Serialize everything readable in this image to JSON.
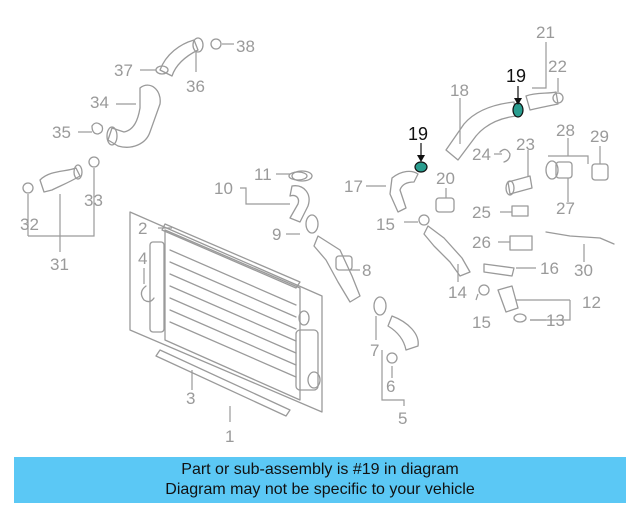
{
  "callouts": {
    "c1": "1",
    "c2": "2",
    "c3": "3",
    "c4": "4",
    "c5": "5",
    "c6": "6",
    "c7": "7",
    "c8": "8",
    "c9": "9",
    "c10": "10",
    "c11": "11",
    "c12": "12",
    "c13": "13",
    "c14": "14",
    "c15a": "15",
    "c15b": "15",
    "c16": "16",
    "c17": "17",
    "c18": "18",
    "c19a": "19",
    "c19b": "19",
    "c20": "20",
    "c21": "21",
    "c22": "22",
    "c23": "23",
    "c24": "24",
    "c25": "25",
    "c26": "26",
    "c27": "27",
    "c28": "28",
    "c29": "29",
    "c30": "30",
    "c31": "31",
    "c32": "32",
    "c33": "33",
    "c34": "34",
    "c35": "35",
    "c36": "36",
    "c37": "37",
    "c38": "38"
  },
  "highlight": {
    "part_number": "19",
    "color": "#2a9d8f"
  },
  "banner": {
    "line1": "Part or sub-assembly is #19 in diagram",
    "line2": "Diagram may not be specific to your vehicle",
    "color": "#5bc8f5"
  }
}
